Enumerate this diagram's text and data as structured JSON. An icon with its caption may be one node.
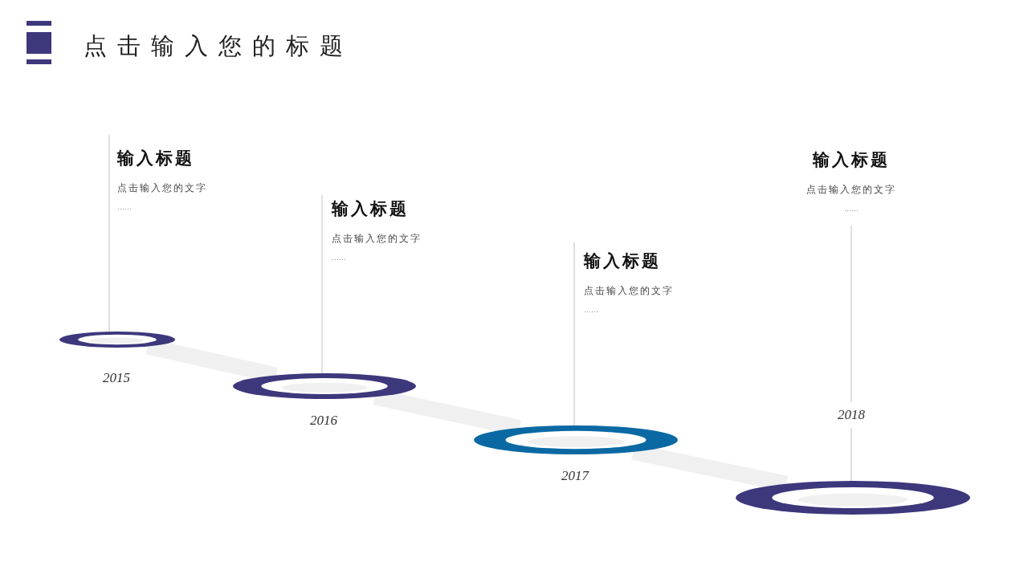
{
  "diagram": {
    "title": "点击输入您的标题",
    "nodes": [
      {
        "text": [
          "输入标题",
          "点击输入您的文字",
          "……"
        ]
      },
      {
        "text": [],
        "shape": "ring",
        "beside": [
          "2015"
        ]
      },
      {
        "text": [
          "输入标题",
          "点击输入您的文字",
          "……"
        ]
      },
      {
        "text": [],
        "shape": "ring",
        "beside": [
          "2016"
        ]
      },
      {
        "text": [
          "输入标题",
          "点击输入您的文字",
          "……"
        ]
      },
      {
        "text": [],
        "shape": "ring",
        "beside": [
          "2017"
        ]
      },
      {
        "text": [
          "输入标题",
          "点击输入您的文字",
          "……"
        ]
      },
      {
        "text": [],
        "shape": "ring"
      }
    ],
    "edges": [
      {
        "from": 0,
        "to": 1,
        "arrow": "none"
      },
      {
        "from": 2,
        "to": 3,
        "arrow": "none"
      },
      {
        "from": 4,
        "to": 5,
        "arrow": "none"
      },
      {
        "from": 6,
        "to": 7,
        "arrow": "none",
        "label": "2018"
      },
      {
        "from": 1,
        "to": 3,
        "arrow": "none",
        "style": "thick",
        "color": "#f0f0f0"
      },
      {
        "from": 3,
        "to": 5,
        "arrow": "none",
        "style": "thick",
        "color": "#f0f0f0"
      },
      {
        "from": 5,
        "to": 7,
        "arrow": "none",
        "style": "thick",
        "color": "#f0f0f0"
      }
    ]
  }
}
